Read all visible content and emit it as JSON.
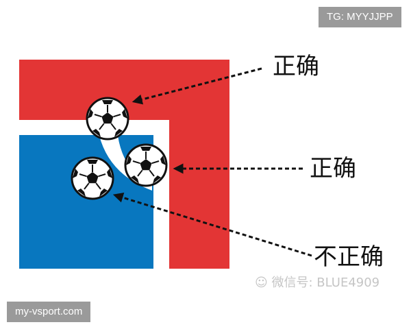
{
  "colors": {
    "red": "#e33535",
    "blue": "#0877bf",
    "white": "#ffffff",
    "arrow": "#111111"
  },
  "labels": {
    "top": "正确",
    "middle": "正确",
    "bottom": "不正确"
  },
  "watermarks": {
    "top_right": "TG: MYYJJPP",
    "bottom_left": "my-vsport.com",
    "wechat": "微信号: BLUE4909"
  },
  "icons": [
    "soccer-ball-icon",
    "soccer-ball-icon",
    "soccer-ball-icon",
    "wechat-icon"
  ]
}
